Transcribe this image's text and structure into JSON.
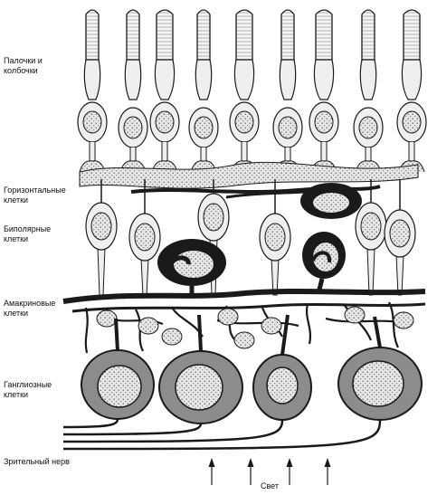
{
  "labels": {
    "photoreceptors": "Палочки и колбочки",
    "horizontal": "Горизонтальные клетки",
    "bipolar": "Биполярные клетки",
    "amacrine": "Амакриновые клетки",
    "ganglion": "Ганглиозные клетки",
    "optic_nerve": "Зрительный нерв",
    "light": "Свет"
  },
  "colors": {
    "ink": "#1a1a1a",
    "cell_fill": "#efefef",
    "nucleus_fill": "#dcdcdc",
    "ganglion_fill": "#8c8c8c",
    "paper": "#ffffff"
  }
}
